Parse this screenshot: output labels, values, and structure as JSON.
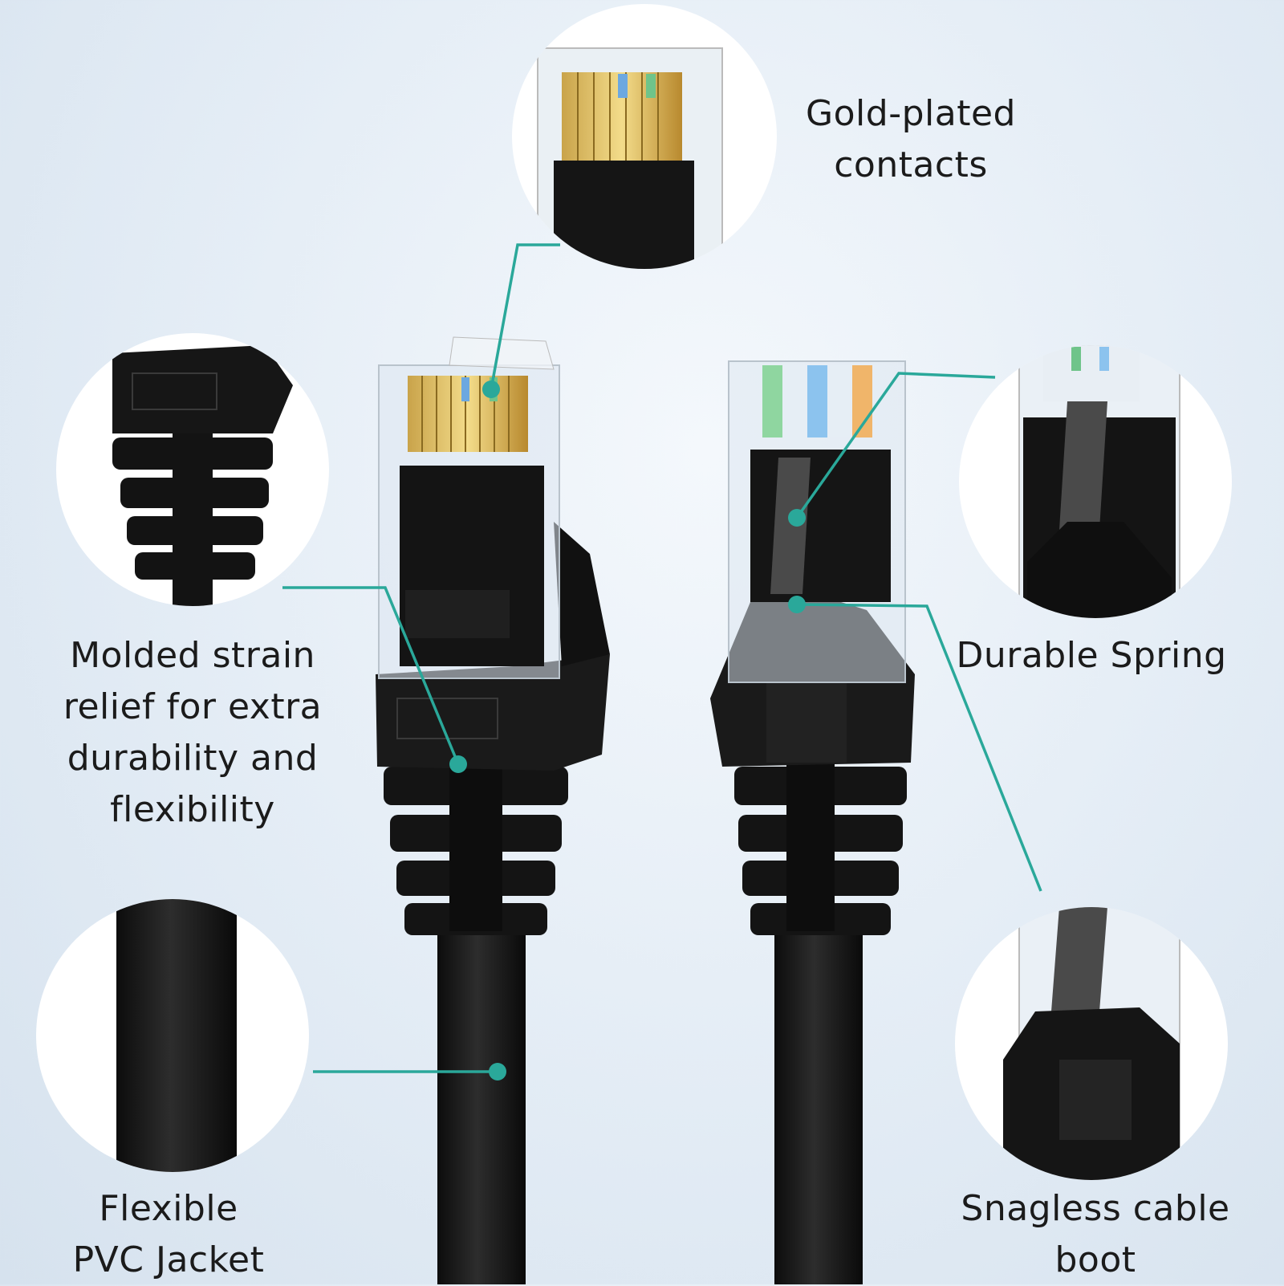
{
  "accent_color": "#2aa89a",
  "callouts": {
    "gold_contacts": {
      "lines": [
        "Gold-plated",
        "contacts"
      ]
    },
    "strain_relief": {
      "lines": [
        "Molded strain",
        "relief for extra",
        "durability and",
        "flexibility"
      ]
    },
    "durable_spring": {
      "lines": [
        "Durable Spring"
      ]
    },
    "pvc_jacket": {
      "lines": [
        "Flexible",
        "PVC Jacket"
      ]
    },
    "snagless_boot": {
      "lines": [
        "Snagless cable",
        "boot"
      ]
    }
  }
}
